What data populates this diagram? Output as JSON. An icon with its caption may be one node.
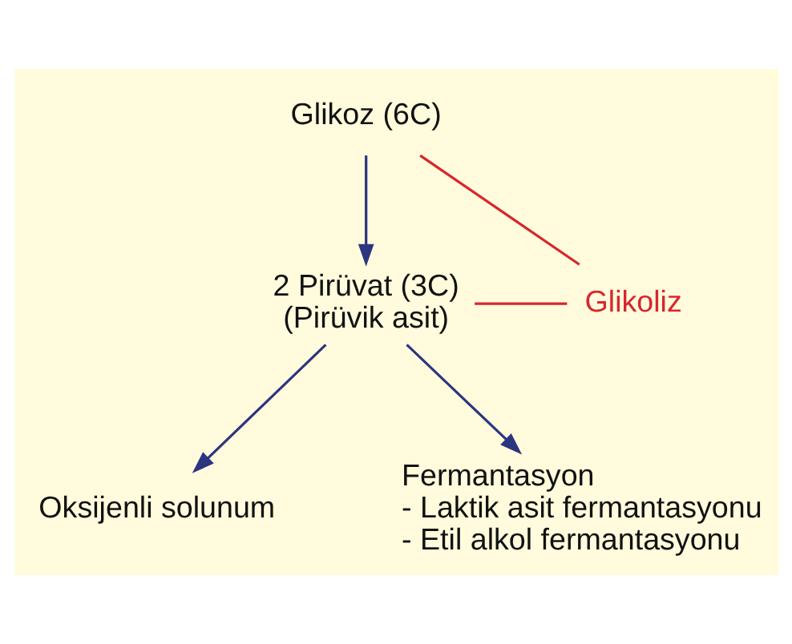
{
  "diagram": {
    "nodes": [
      {
        "text": [
          "Glikoz (6C)"
        ]
      },
      {
        "text": [
          "2 Pirüvat (3C) (Pirüvik asit)"
        ]
      },
      {
        "text": [
          "Glikoliz"
        ]
      },
      {
        "text": [
          "Oksijenli solunum"
        ]
      },
      {
        "text": [
          "Fermantasyon",
          "- Laktik asit fermantasyonu",
          "- Etil alkol fermantasyonu"
        ]
      }
    ],
    "edges": [
      {
        "from": 0,
        "to": 1,
        "arrow": "to"
      },
      {
        "from": 0,
        "to": 2,
        "arrow": "none",
        "color": "#d8262e"
      },
      {
        "from": 1,
        "to": 2,
        "arrow": "none",
        "color": "#d8262e"
      },
      {
        "from": 1,
        "to": 3,
        "arrow": "to"
      },
      {
        "from": 1,
        "to": 4,
        "arrow": "to"
      }
    ]
  }
}
